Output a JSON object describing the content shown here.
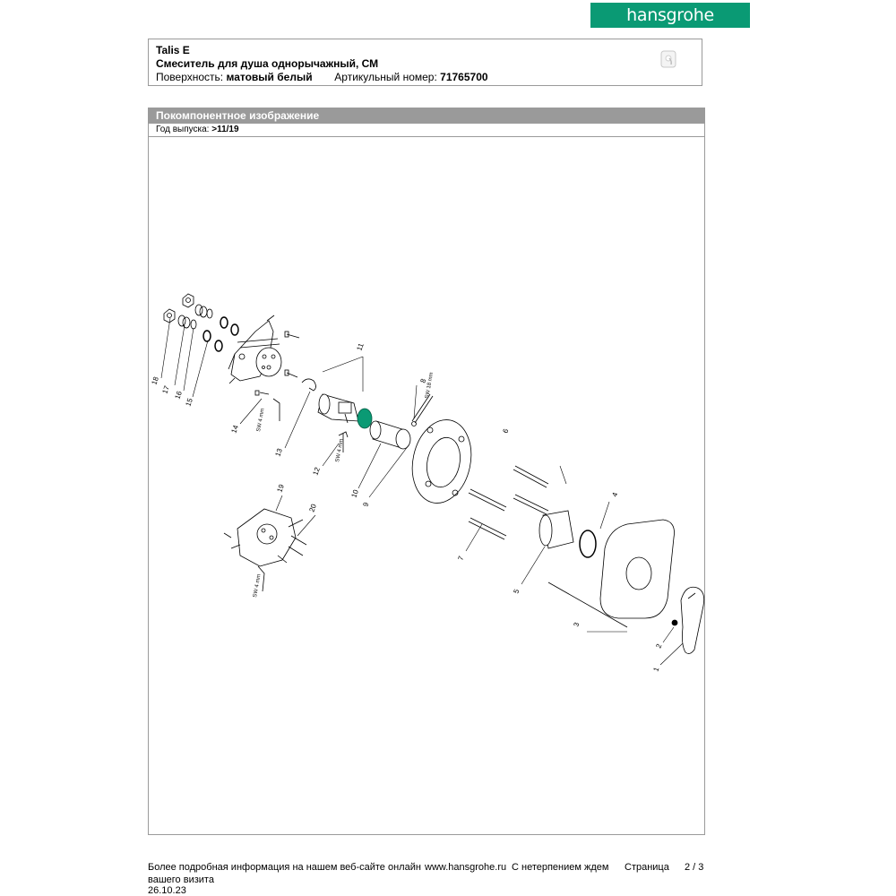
{
  "brand": {
    "logo_text": "hansgrohe",
    "color": "#0a9a74"
  },
  "header": {
    "product": "Talis E",
    "description": "Смеситель для душа однорычажный, СМ",
    "surface_label": "Поверхность:",
    "surface_value": "матовый белый",
    "article_label": "Артикульный номер:",
    "article_value": "71765700"
  },
  "section": {
    "title": "Покомпонентное изображение",
    "year_label": "Год выпуска:",
    "year_value": ">11/19"
  },
  "parts": {
    "n1": "1",
    "n2": "2",
    "n3": "3",
    "n4": "4",
    "n5": "5",
    "n6": "6",
    "n7": "7",
    "n8": "8",
    "n9": "9",
    "n10": "10",
    "n11": "11",
    "n12": "12",
    "n13": "13",
    "n14": "14",
    "n15": "15",
    "n16": "16",
    "n17": "17",
    "n18": "18",
    "n19": "19",
    "n20": "20"
  },
  "tool_labels": {
    "sw18": "SW 18 mm",
    "sw4a": "SW 4 mm",
    "sw4b": "SW 4 mm",
    "sw4c": "SW 4 mm"
  },
  "footer": {
    "info_text": "Более подробная информация на нашем веб-сайте онлайн",
    "website": "www.hansgrohe.ru",
    "visit_line1": "С нетерпением ждем",
    "visit_line2": "вашего визита",
    "page_label": "Страница",
    "page_value": "2 / 3",
    "date": "26.10.23"
  },
  "icons": {
    "thumbnail": "product-thumbnail-icon"
  }
}
